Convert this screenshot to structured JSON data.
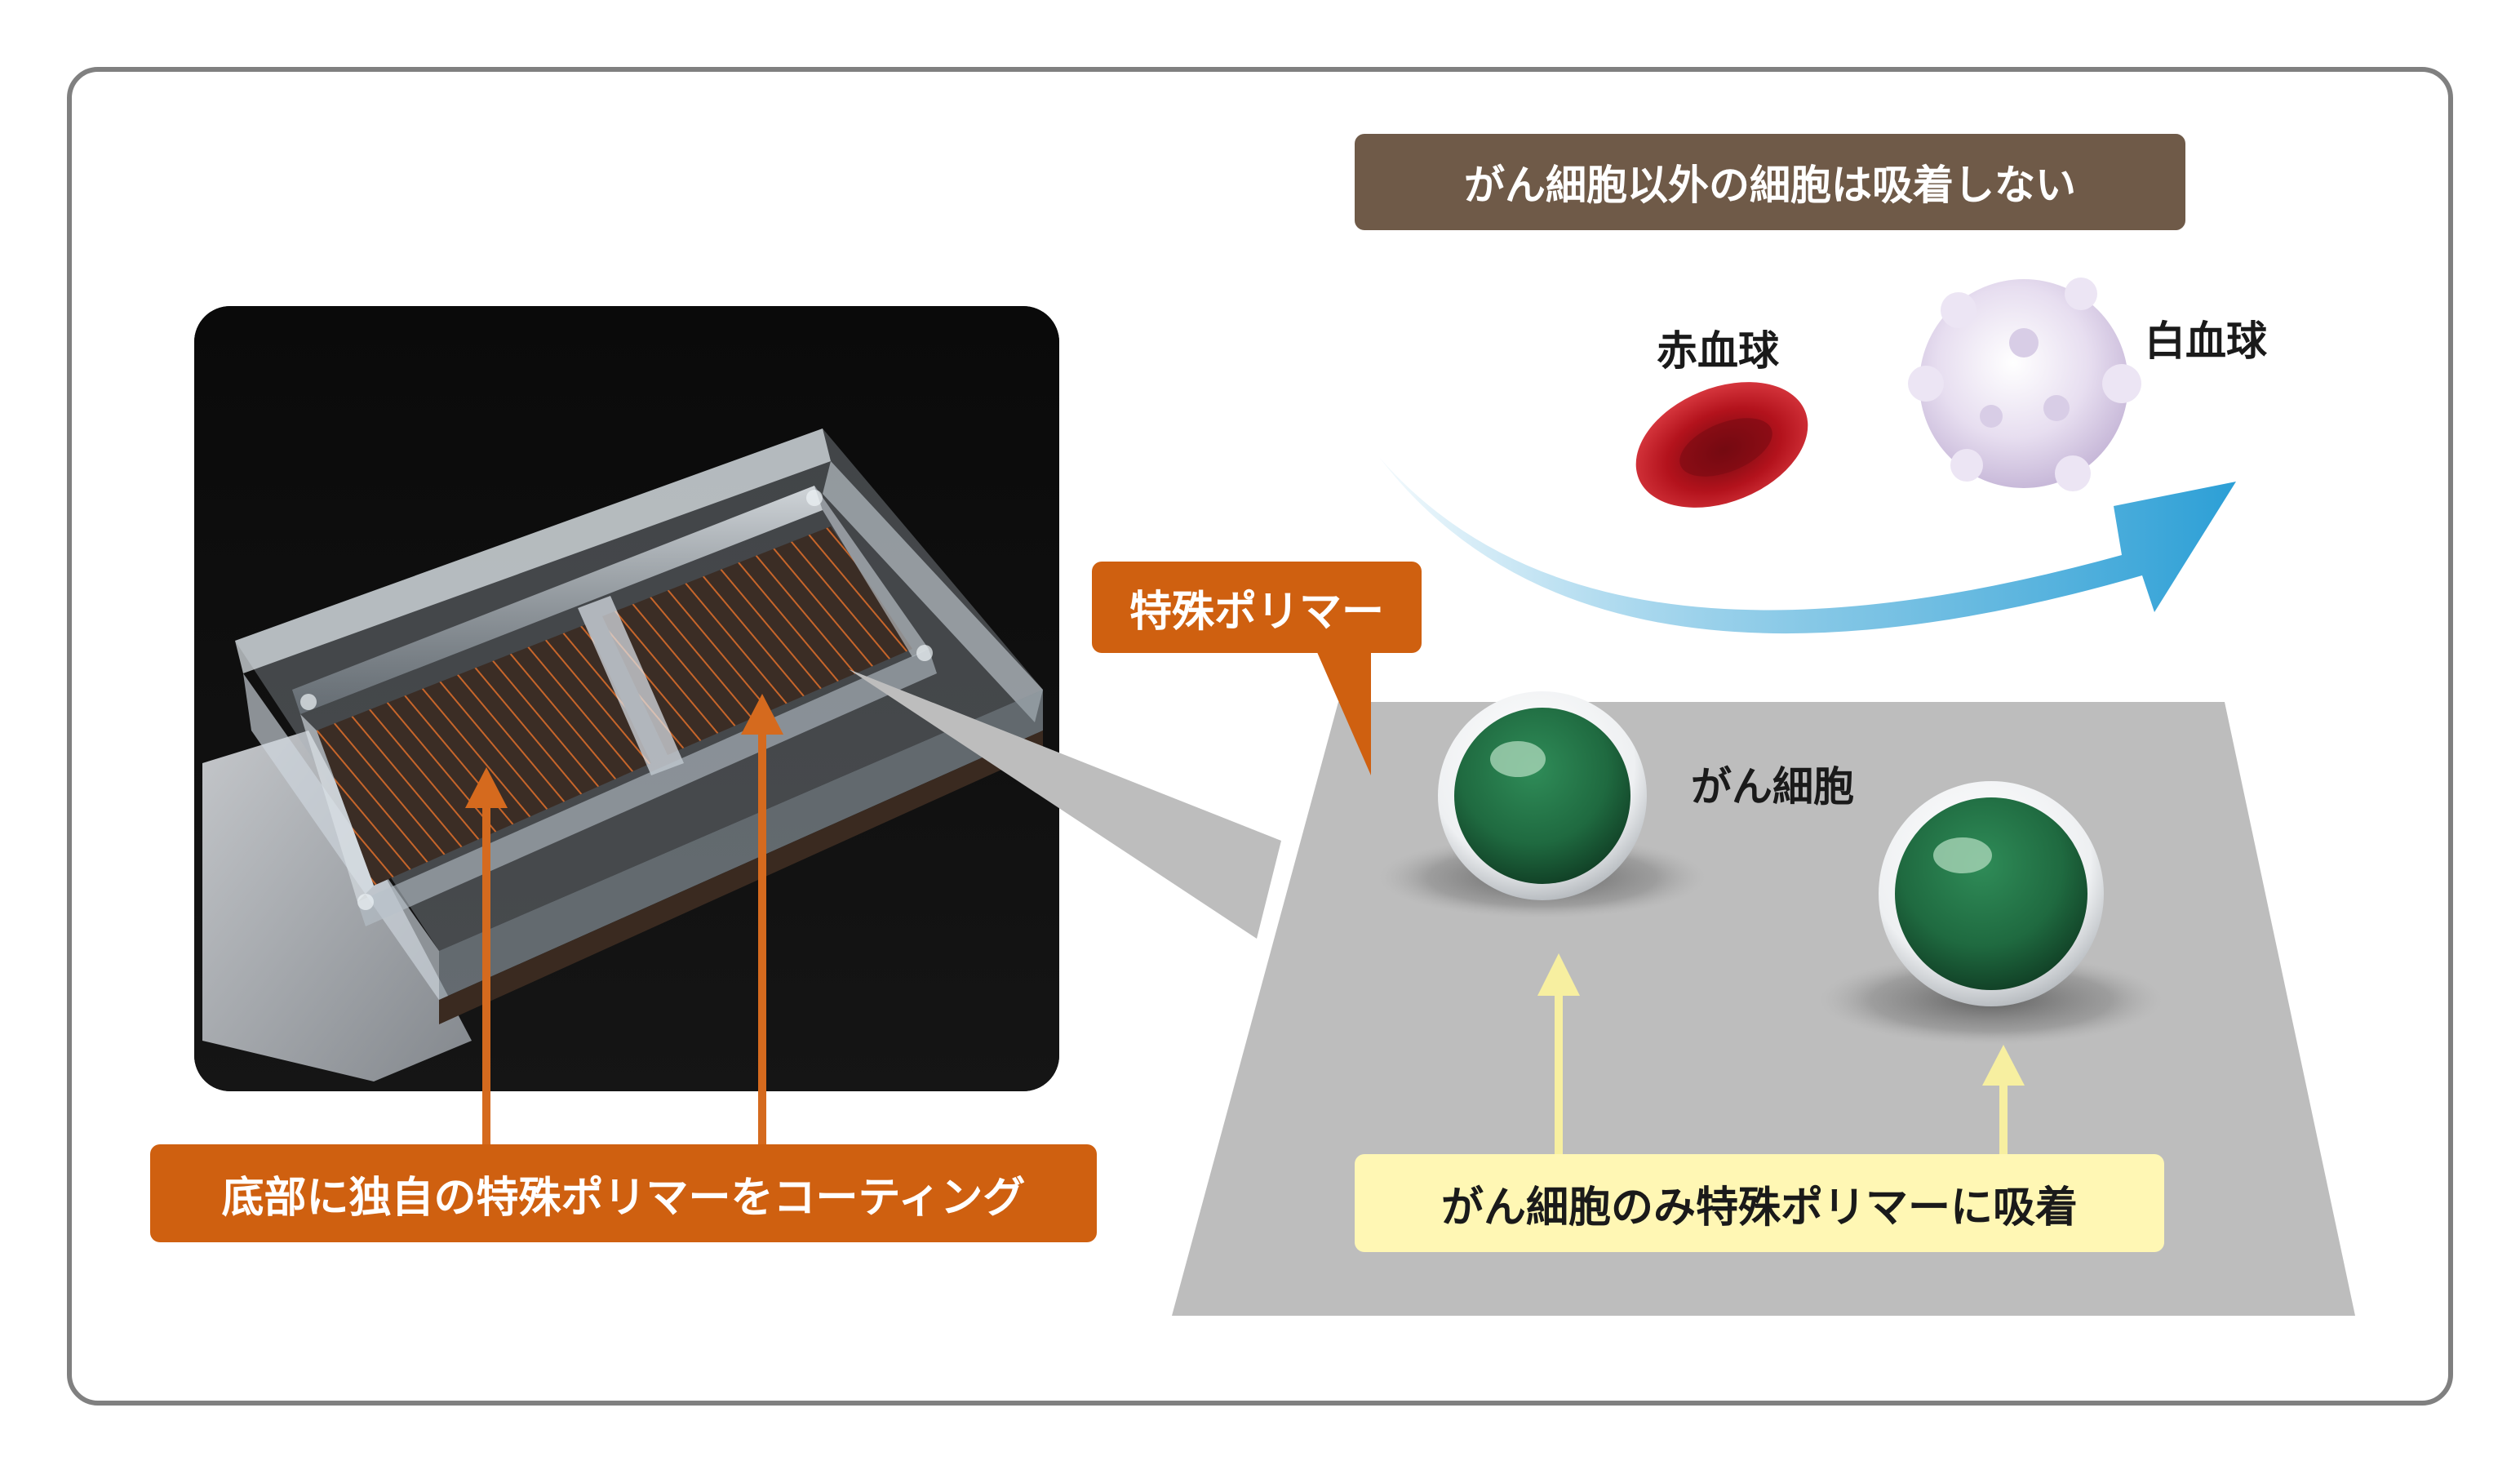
{
  "labels": {
    "top_banner": "がん細胞以外の細胞は吸着しない",
    "red_blood_cell": "赤血球",
    "white_blood_cell": "白血球",
    "special_polymer": "特殊ポリマー",
    "cancer_cell": "がん細胞",
    "bottom_coating": "底部に独自の特殊ポリマーをコーティング",
    "cancer_only_adsorb": "がん細胞のみ特殊ポリマーに吸着"
  },
  "colors": {
    "frame_border": "#808080",
    "banner_brown": "#6f5a48",
    "label_orange": "#cf6010",
    "label_yellow": "#fff7b4",
    "platform_gray": "#bdbdbd",
    "cancer_green": "#1f6a40",
    "rbc_red": "#b3121c",
    "wbc_lavender": "#e7def0",
    "flow_arrow_blue": "#2c9fd6"
  },
  "icons": {
    "photo": "culture-dish-photo",
    "flow": "curved-flow-arrow",
    "rbc": "red-blood-cell-icon",
    "wbc": "white-blood-cell-icon",
    "cancer": "cancer-cell-icon"
  }
}
